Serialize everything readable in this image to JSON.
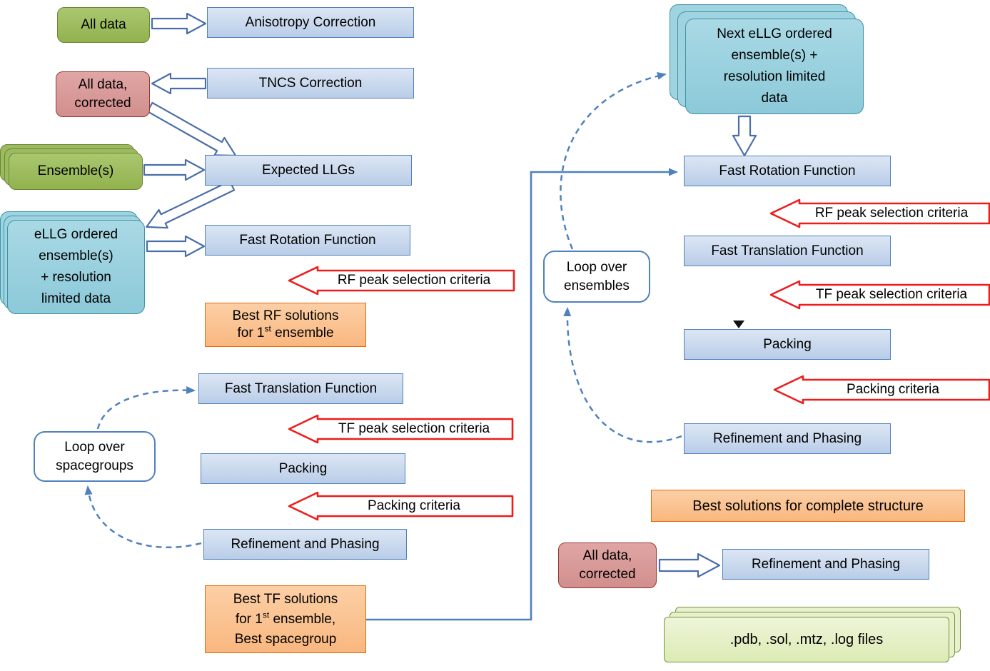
{
  "palette": {
    "process_fill": "#c7d7ed",
    "process_border": "#4f81bd",
    "input_green": "#9bbb59",
    "data_pink": "#d99694",
    "ensemble_teal": "#92cddc",
    "result_orange": "#fac090",
    "criteria_arrow_red": "#ee1c1c",
    "connector_blue": "#4f81bd",
    "files_green_fill": "#e4efc9",
    "files_green_border": "#77933c"
  },
  "nodes": {
    "all_data": {
      "label": "All data"
    },
    "anisotropy_correction": {
      "label": "Anisotropy Correction"
    },
    "tncs_correction": {
      "label": "TNCS Correction"
    },
    "all_data_corrected": {
      "line1": "All data,",
      "line2": "corrected"
    },
    "ensembles": {
      "label": "Ensemble(s)"
    },
    "expected_llgs": {
      "label": "Expected LLGs"
    },
    "ellg_ensemble": {
      "line1": "eLLG ordered",
      "line2": "ensemble(s)",
      "line3": "+ resolution",
      "line4": "limited data"
    },
    "fast_rotation_left": {
      "label": "Fast Rotation Function"
    },
    "best_rf_solutions": {
      "line1": "Best RF solutions",
      "line2_pre": "for 1",
      "line2_sup": "st",
      "line2_post": " ensemble"
    },
    "fast_translation_left": {
      "label": "Fast Translation Function"
    },
    "packing_left": {
      "label": "Packing"
    },
    "refinement_left": {
      "label": "Refinement and Phasing"
    },
    "loop_spacegroups": {
      "line1": "Loop over",
      "line2": "spacegroups"
    },
    "best_tf_solutions": {
      "line1": "Best TF solutions",
      "line2_pre": "for 1",
      "line2_sup": "st",
      "line2_post": " ensemble,",
      "line3": "Best spacegroup"
    },
    "next_ellg_ensemble": {
      "line1": "Next eLLG ordered",
      "line2": "ensemble(s) +",
      "line3": "resolution limited",
      "line4": "data"
    },
    "fast_rotation_right": {
      "label": "Fast Rotation Function"
    },
    "fast_translation_right": {
      "label": "Fast Translation Function"
    },
    "packing_right": {
      "label": "Packing"
    },
    "refinement_right": {
      "label": "Refinement and Phasing"
    },
    "loop_ensembles": {
      "line1": "Loop over",
      "line2": "ensembles"
    },
    "best_solutions_complete": {
      "label": "Best solutions for complete structure"
    },
    "all_data_corrected_final": {
      "line1": "All data,",
      "line2": "corrected"
    },
    "refinement_final": {
      "label": "Refinement and Phasing"
    },
    "output_files": {
      "label": ".pdb, .sol, .mtz, .log files"
    }
  },
  "arrow_labels": {
    "rf_criteria_left": "RF peak selection criteria",
    "tf_criteria_left": "TF peak selection criteria",
    "packing_criteria_left": "Packing criteria",
    "rf_criteria_right": "RF peak selection criteria",
    "tf_criteria_right": "TF peak selection criteria",
    "packing_criteria_right": "Packing criteria"
  }
}
